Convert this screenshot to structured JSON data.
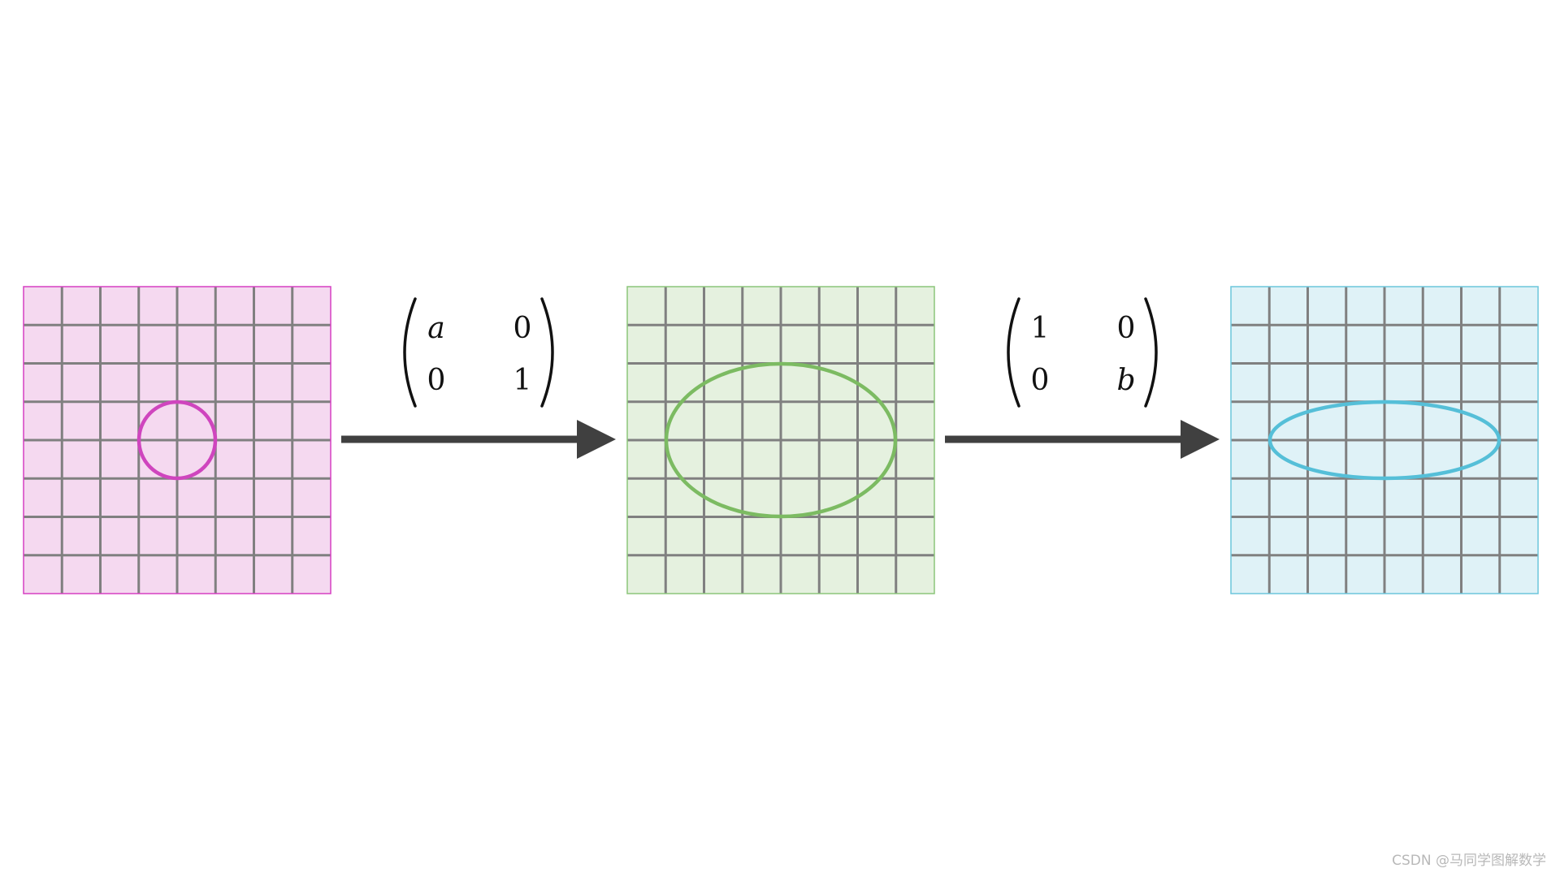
{
  "panels": [
    {
      "id": "original",
      "fill": "#f5d9f0",
      "border": "#d63fc2",
      "curve": "circle",
      "curve_color": "#cf45be"
    },
    {
      "id": "after-first",
      "fill": "#e5f1df",
      "border": "#8cc57a",
      "curve": "ellipse",
      "curve_color": "#7cbb62"
    },
    {
      "id": "after-second",
      "fill": "#dff2f7",
      "border": "#6cc6dc",
      "curve": "ellipse",
      "curve_color": "#55bfd8"
    }
  ],
  "grid": {
    "cells": 8
  },
  "matrices": [
    {
      "entries": [
        [
          "a",
          "0"
        ],
        [
          "0",
          "1"
        ]
      ]
    },
    {
      "entries": [
        [
          "1",
          "0"
        ],
        [
          "0",
          "b"
        ]
      ]
    }
  ],
  "arrow_color": "#404040",
  "watermark": "CSDN @马同学图解数学"
}
